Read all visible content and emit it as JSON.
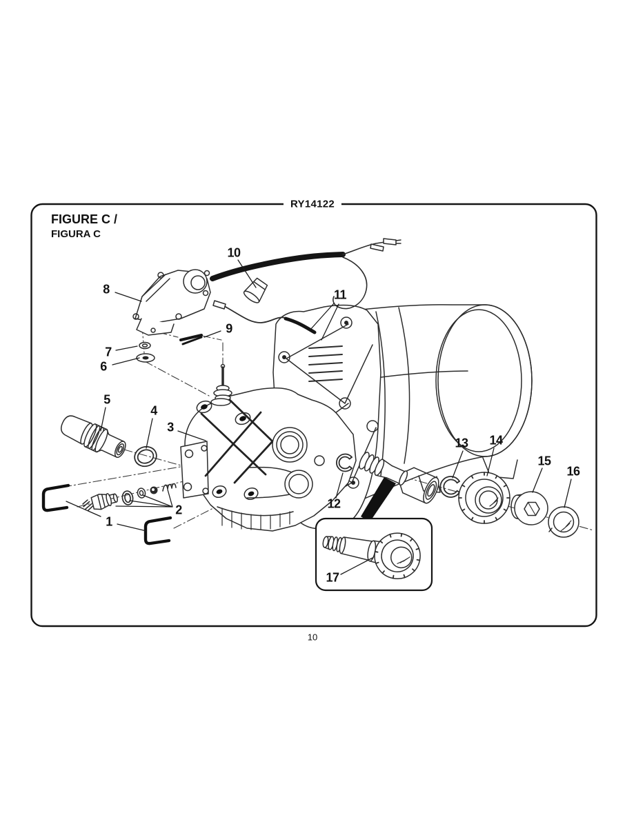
{
  "page": {
    "model_number": "RY14122",
    "figure_label": "FIGURE C /",
    "figure_label_alt": "FIGURA C",
    "page_number": "10"
  },
  "diagram": {
    "callouts": [
      {
        "n": "1"
      },
      {
        "n": "2"
      },
      {
        "n": "3"
      },
      {
        "n": "4"
      },
      {
        "n": "5"
      },
      {
        "n": "6"
      },
      {
        "n": "7"
      },
      {
        "n": "8"
      },
      {
        "n": "9"
      },
      {
        "n": "10"
      },
      {
        "n": "11"
      },
      {
        "n": "12"
      },
      {
        "n": "13"
      },
      {
        "n": "14"
      },
      {
        "n": "15"
      },
      {
        "n": "16"
      },
      {
        "n": "17"
      }
    ]
  }
}
